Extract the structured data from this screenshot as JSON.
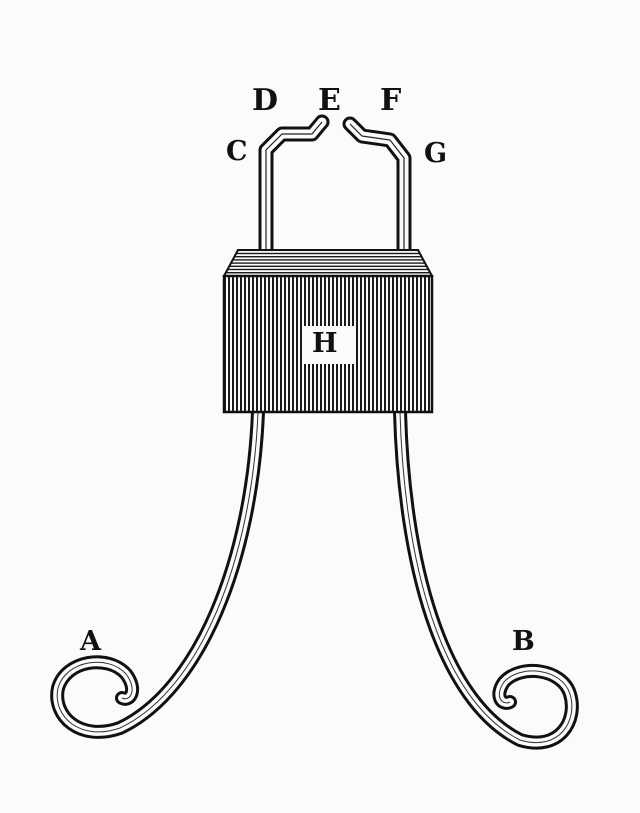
{
  "labels": {
    "A": "A",
    "B": "B",
    "C": "C",
    "D": "D",
    "E": "E",
    "F": "F",
    "G": "G",
    "H": "H"
  },
  "colors": {
    "ink": "#111111",
    "paper": "#fbfbf9"
  }
}
